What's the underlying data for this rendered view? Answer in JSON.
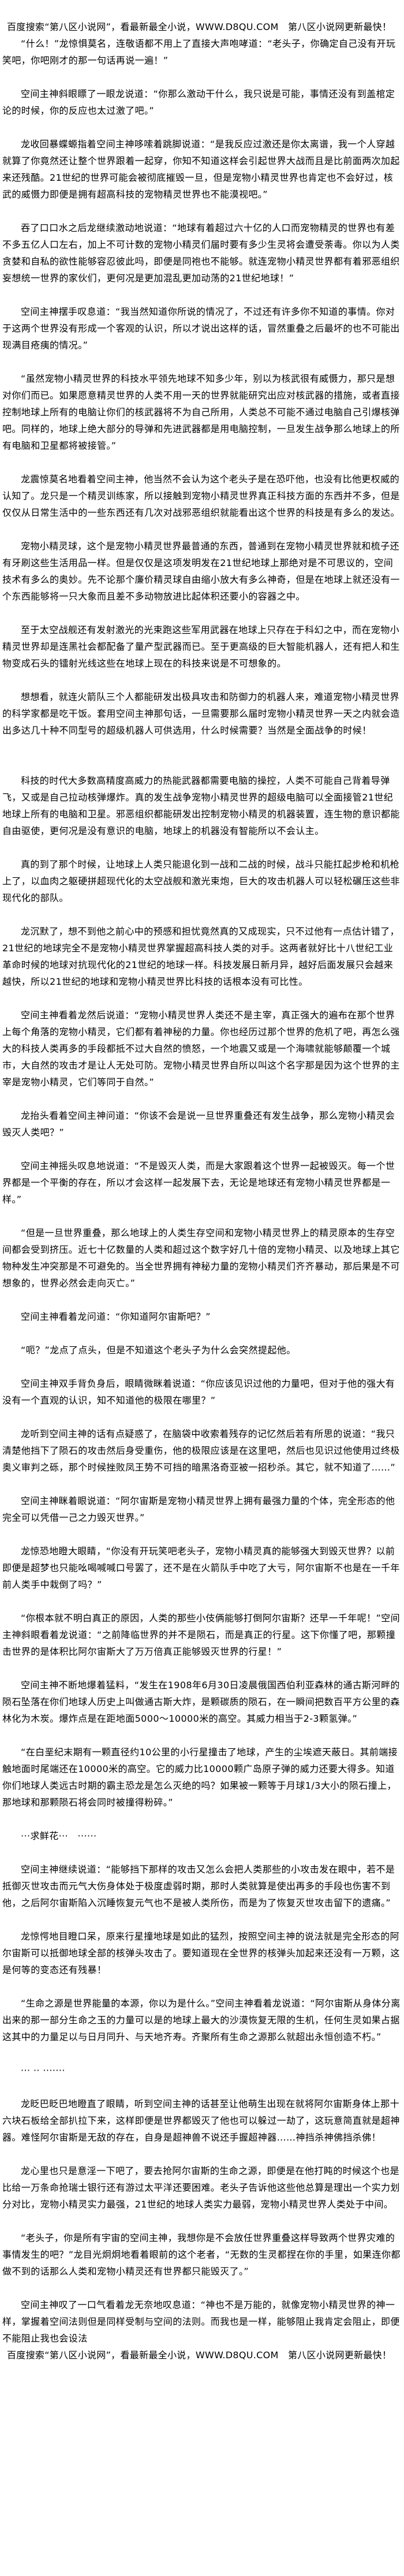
{
  "site_banner": "百度搜索“第八区小说网”，看最新最全小说，WWW.D8QU.COM　第八区小说网更新最快！",
  "paragraphs": [
    "“什么！”龙惊惧莫名，连敬语都不用上了直接大声咆哮道：“老头子，你确定自己没有开玩笑吧，你吧刚才的那一句话再说一遍！”",
    "空间主神斜眼瞟了一眼龙说道：“你那么激动干什么，我只说是可能，事情还没有到盖棺定论的时候，你的反应也太过激了吧。”",
    "龙收回暴蝶螈指着空间主神哆嗦着跳脚说道：“是我反应过激还是你太离谱，我一个人穿越就算了你竟然还让整个世界跟着一起穿，你知不知道这样会引起世界大战而且是比前面两次加起来还残酷。21世纪的世界可能会被彻底摧毁一旦，但是宠物小精灵世界也肯定也不会好过，核武的威慑力即便是拥有超高科技的宠物精灵世界也不能漠视吧。”",
    "吞了口口水之后龙继续激动地说道：“地球有着超过六十亿的人口而宠物精灵的世界也有差不多五亿人口左右，加上不可计数的宠物小精灵们届时要有多少生灵将会遭受荼毒。你以为人类贪婪和自私的欲性能够容忍彼此吗，即便是同袍也不能够。就连宠物小精灵世界都有着邪恶组织妄想统一世界的家伙们，更何况是更加混乱更加动荡的21世纪地球！”",
    "空间主神摆手叹息道：“我当然知道你所说的情况了，不过还有许多你不知道的事情。你对于这两个世界没有形成一个客观的认识，所以才说出这样的话，冒然重叠之后最坏的也不可能出现满目疮痍的情况。”",
    "“虽然宠物小精灵世界的科技水平领先地球不知多少年，别以为核武很有威慑力，那只是想对你们而已。如果愿意精灵世界的人类不用一天的世界就能研究出应对核武器的措施，或者直接控制地球上所有的电脑让你们的核武器将不为自己所用，人类总不可能不通过电脑自己引爆核弹吧。同样的，地球上绝大部分的导弹和先进武器都是用电脑控制，一旦发生战争那么地球上的所有电脑和卫星都将被接管。”",
    "龙震惊莫名地看着空间主神，他当然不会认为这个老头子是在恐吓他，也没有比他更权威的认知了。龙只是一个精灵训练家，所以接触到宠物小精灵世界真正科技方面的东西并不多，但是仅仅从日常生活中的一些东西还有几次对战邪恶组织就能看出这个世界的科技是有多么的发达。",
    "宠物小精灵球，这个是宠物小精灵世界最普通的东西，普通到在宠物小精灵世界就和梳子还有牙刷这些生活用品一样。但是仅仅是这项发明发在21世纪地球上那绝对是不可思议的，空间技术有多么的奥妙。先不论那个廉价精灵球自由缩小放大有多么神奇，但是在地球上就还没有一个东西能够将一只大象而且差不多动物放进比起体积还要小的容器之中。",
    "至于太空战舰还有发射激光的光束跑这些军用武器在地球上只存在于科幻之中，而在宠物小精灵世界却是连黑社会都配备了量产型武器而已。至于更高级的巨大智能机器人，还有把人和生物变成石头的镭射光线这些在地球上现在的科技来说是不可想象的。",
    "想想看，就连火箭队三个人都能研发出极具攻击和防御力的机器人来，难道宠物小精灵世界的科学家都是吃干饭。套用空间主神那句话，一旦需要那么届时宠物小精灵世界一天之内就会造出多达几十种不同型号的超级机器人可供选用，什么时候需要？当然是全面战争的时候！",
    "科技的时代大多数高精度高威力的热能武器都需要电脑的操控，人类不可能自己背着导弹飞，又或是自己拉动核弹爆炸。真的发生战争宠物小精灵世界的超级电脑可以全面接管21世纪地球上所有的电脑和卫星。邪恶组织都能研发出控制宠物小精灵的机器装置，连生物的意识都能自由驱使，更何况是没有意识的电脑，地球上的机器没有智能所以不会认主。",
    "真的到了那个时候，让地球上人类只能退化到一战和二战的时候，战斗只能扛起步枪和机枪上了，以血肉之躯硬拼超现代化的太空战舰和激光束炮，巨大的攻击机器人可以轻松碾压这些非现代化的部队。",
    "龙沉默了，想不到他之前心中的预感和担忧竟然真的又成现实，只不过他有一点估计错了，21世纪的地球完全不是宠物小精灵世界掌握超高科技人类的对手。这两者就好比十八世纪工业革命时候的地球对抗现代化的21世纪的地球一样。科技发展日新月异，越好后面发展只会越来越快，所以21世纪的地球和宠物小精灵世界比科技的话根本没有可比性。",
    "空间主神看着龙然后说道：“宠物小精灵世界人类还不是主宰，真正强大的遍布在那个世界上每个角落的宠物小精灵，它们都有着神秘的力量。你也经历过那个世界的危机了吧，再怎么强大的科技人类再多的手段都抵不过大自然的愤怒，一个地震又或是一个海啸就能够颠覆一个城市，大自然的攻击才是让人无处可防。宠物小精灵世界自所以叫这个名字那是因为这个世界的主宰是宠物小精灵，它们等同于自然。”",
    "龙抬头看着空间主神问道：“你该不会是说一旦世界重叠还有发生战争，那么宠物小精灵会毁灭人类吧？”",
    "空间主神摇头叹息地说道：“不是毁灭人类，而是大家跟着这个世界一起被毁灭。每一个世界都是一个平衡的存在，所以才会这样一起发展下去，无论是地球还有宠物小精灵世界都是一样。”",
    "“但是一旦世界重叠，那么地球上的人类生存空间和宠物小精灵世界上的精灵原本的生存空间都会受到挤压。近七十亿数量的人类和超过这个数字好几十倍的宠物小精灵、以及地球上其它物种发生冲突那是不可避免的。当全世界拥有神秘力量的宠物小精灵们齐齐暴动，那后果是不可想象的，世界必然会走向灭亡。”",
    "空间主神看着龙问道：“你知道阿尔宙斯吧？”",
    "“呃？”龙点了点头，但是不知道这个老头子为什么会突然提起他。",
    "空间主神双手背负身后，眼睛微眯着说道：“你应该见识过他的力量吧，但对于他的强大有没有一个直观的认识，知不知道他的极限在哪里？”",
    "龙听到空间主神的话有点疑惑了，在脑袋中收索着残存的记忆然后若有所思的说道：“我只清楚他挡下了陨石的攻击然后身受重伤，他的极限应该是在这里吧，然后也见识过他使用过终极奥义审判之砾，那个时候挫败凤王势不可挡的暗黑洛奇亚被一招秒杀。其它，就不知道了……”",
    "空间主神眯着眼说道：“阿尔宙斯是宠物小精灵世界上拥有最强力量的个体，完全形态的他完全可以凭借一己之力毁灭世界。”",
    "龙惊恐地瞪大眼睛，“你没有开玩笑吧老头子，宠物小精灵真的能够强大到毁灭世界？以前即便是超梦也只能吆喝喊喊口号罢了，还不是在火箭队手中吃了大亏，阿尔宙斯不也是在一千年前人类手中栽倒了吗？”",
    "“你根本就不明白真正的原因，人类的那些小伎俩能够打倒阿尔宙斯？还早一千年呢！”空间主神斜眼看着龙说道：“之前降临世界的并不是陨石，而是真正的行星。这下你懂了吧，那颗撞击世界的是体积比阿尔宙斯大了万万倍真正能够毁灭世界的行星！”",
    "空间主神不断地爆着猛料，“发生在1908年6月30日凌晨俄国西伯利亚森林的通古斯河畔的陨石坠落在你们地球人历史上叫做通古斯大炸，是颗碳质的陨石，在一瞬间把数百平方公里的森林化为木炭。爆炸点是在距地面5000～10000米的高空。其威力相当于2-3颗氢弹。”",
    "“在白垩纪末期有一颗直径约10公里的小行星撞击了地球，产生的尘埃遮天蔽日。其前端接触地面时尾端还在10000米的高空。它的威力比10000颗广岛原子弹的威力还要大得多。知道你们地球人类远古时期的霸主恐龙是怎么灭绝的吗？如果被一颗等于月球1/3大小的陨石撞上，那地球和那颗陨石将会同时被撞得粉碎。”",
    "···求鲜花···　······",
    "空间主神继续说道：“能够挡下那样的攻击又怎么会把人类那些的小攻击发在眼中，若不是抵御灭世攻击而元气大伤身体处于极度虚弱时期，那时人类就算是使出再多的手段也伤害不到他，之后阿尔宙斯陷入沉睡恢复元气也不是被人类所伤，而是为了恢复灭世攻击留下的遗痛。”",
    "龙惊愕地目瞪口呆，原来行星撞地球是如此的猛烈，按照空间主神的说法就是完全形态的阿尔宙斯可以抵御地球全部的核弹头攻击了。要知道现在全世界的核弹头加起来还没有一万颗，这是何等的变态还有残暴！",
    "“生命之源是世界能量的本源，你以为是什么。”空间主神看着龙说道：“阿尔宙斯从身体分离出来的那一部分生命之玉的力量可以是的地球上最大的沙漠恢复无限的生机，任何生灵如果占据这其中的力量足以与日月同升、与天地齐寿。齐聚所有生命之源那么就超出永恒创造不朽。”",
    "··· ·· ·······",
    "龙眨巴眨巴地瞪直了眼睛，听到空间主神的话甚至让他萌生出现在就将阿尔宙斯身体上那十六块石板给全部扒拉下来，这样即便是世界都毁灭了他也可以躲过一劫了，这玩意简直就是超神器。难怪阿尔宙斯是无敌的存在，自身是超神兽不说还手握超神器……神挡杀神佛挡杀佛！",
    "龙心里也只是意淫一下吧了，要去抢阿尔宙斯的生命之源，即便是在他打盹的时候这个也是比给一万条命抢瑞士银行还有游过太平洋还要困难。老头子告诉他这些他总算是理出一个实力划分对比，宠物小精灵实力最强，21世纪的地球人类实力最弱，宠物小精灵世界人类处于中间。",
    "“老头子，你是所有宇宙的空间主神，我想你是不会放任世界重叠这样导致两个世界灾难的事情发生的吧？”龙目光炯炯地看着眼前的这个老者，“无数的生灵都捏在你的手里，如果连你都做不到的话那么人类和宠物小精灵还有世界都只能毁灭了。”",
    "空间主神叹了一口气看着龙无奈地叹息道：“神也不是万能的，就像宠物小精灵世界的神一样，掌握着空间法则但是同样受制与空间的法则。而我也是一样，能够阻止我肯定会阻止，即便不能阻止我也会设法"
  ]
}
